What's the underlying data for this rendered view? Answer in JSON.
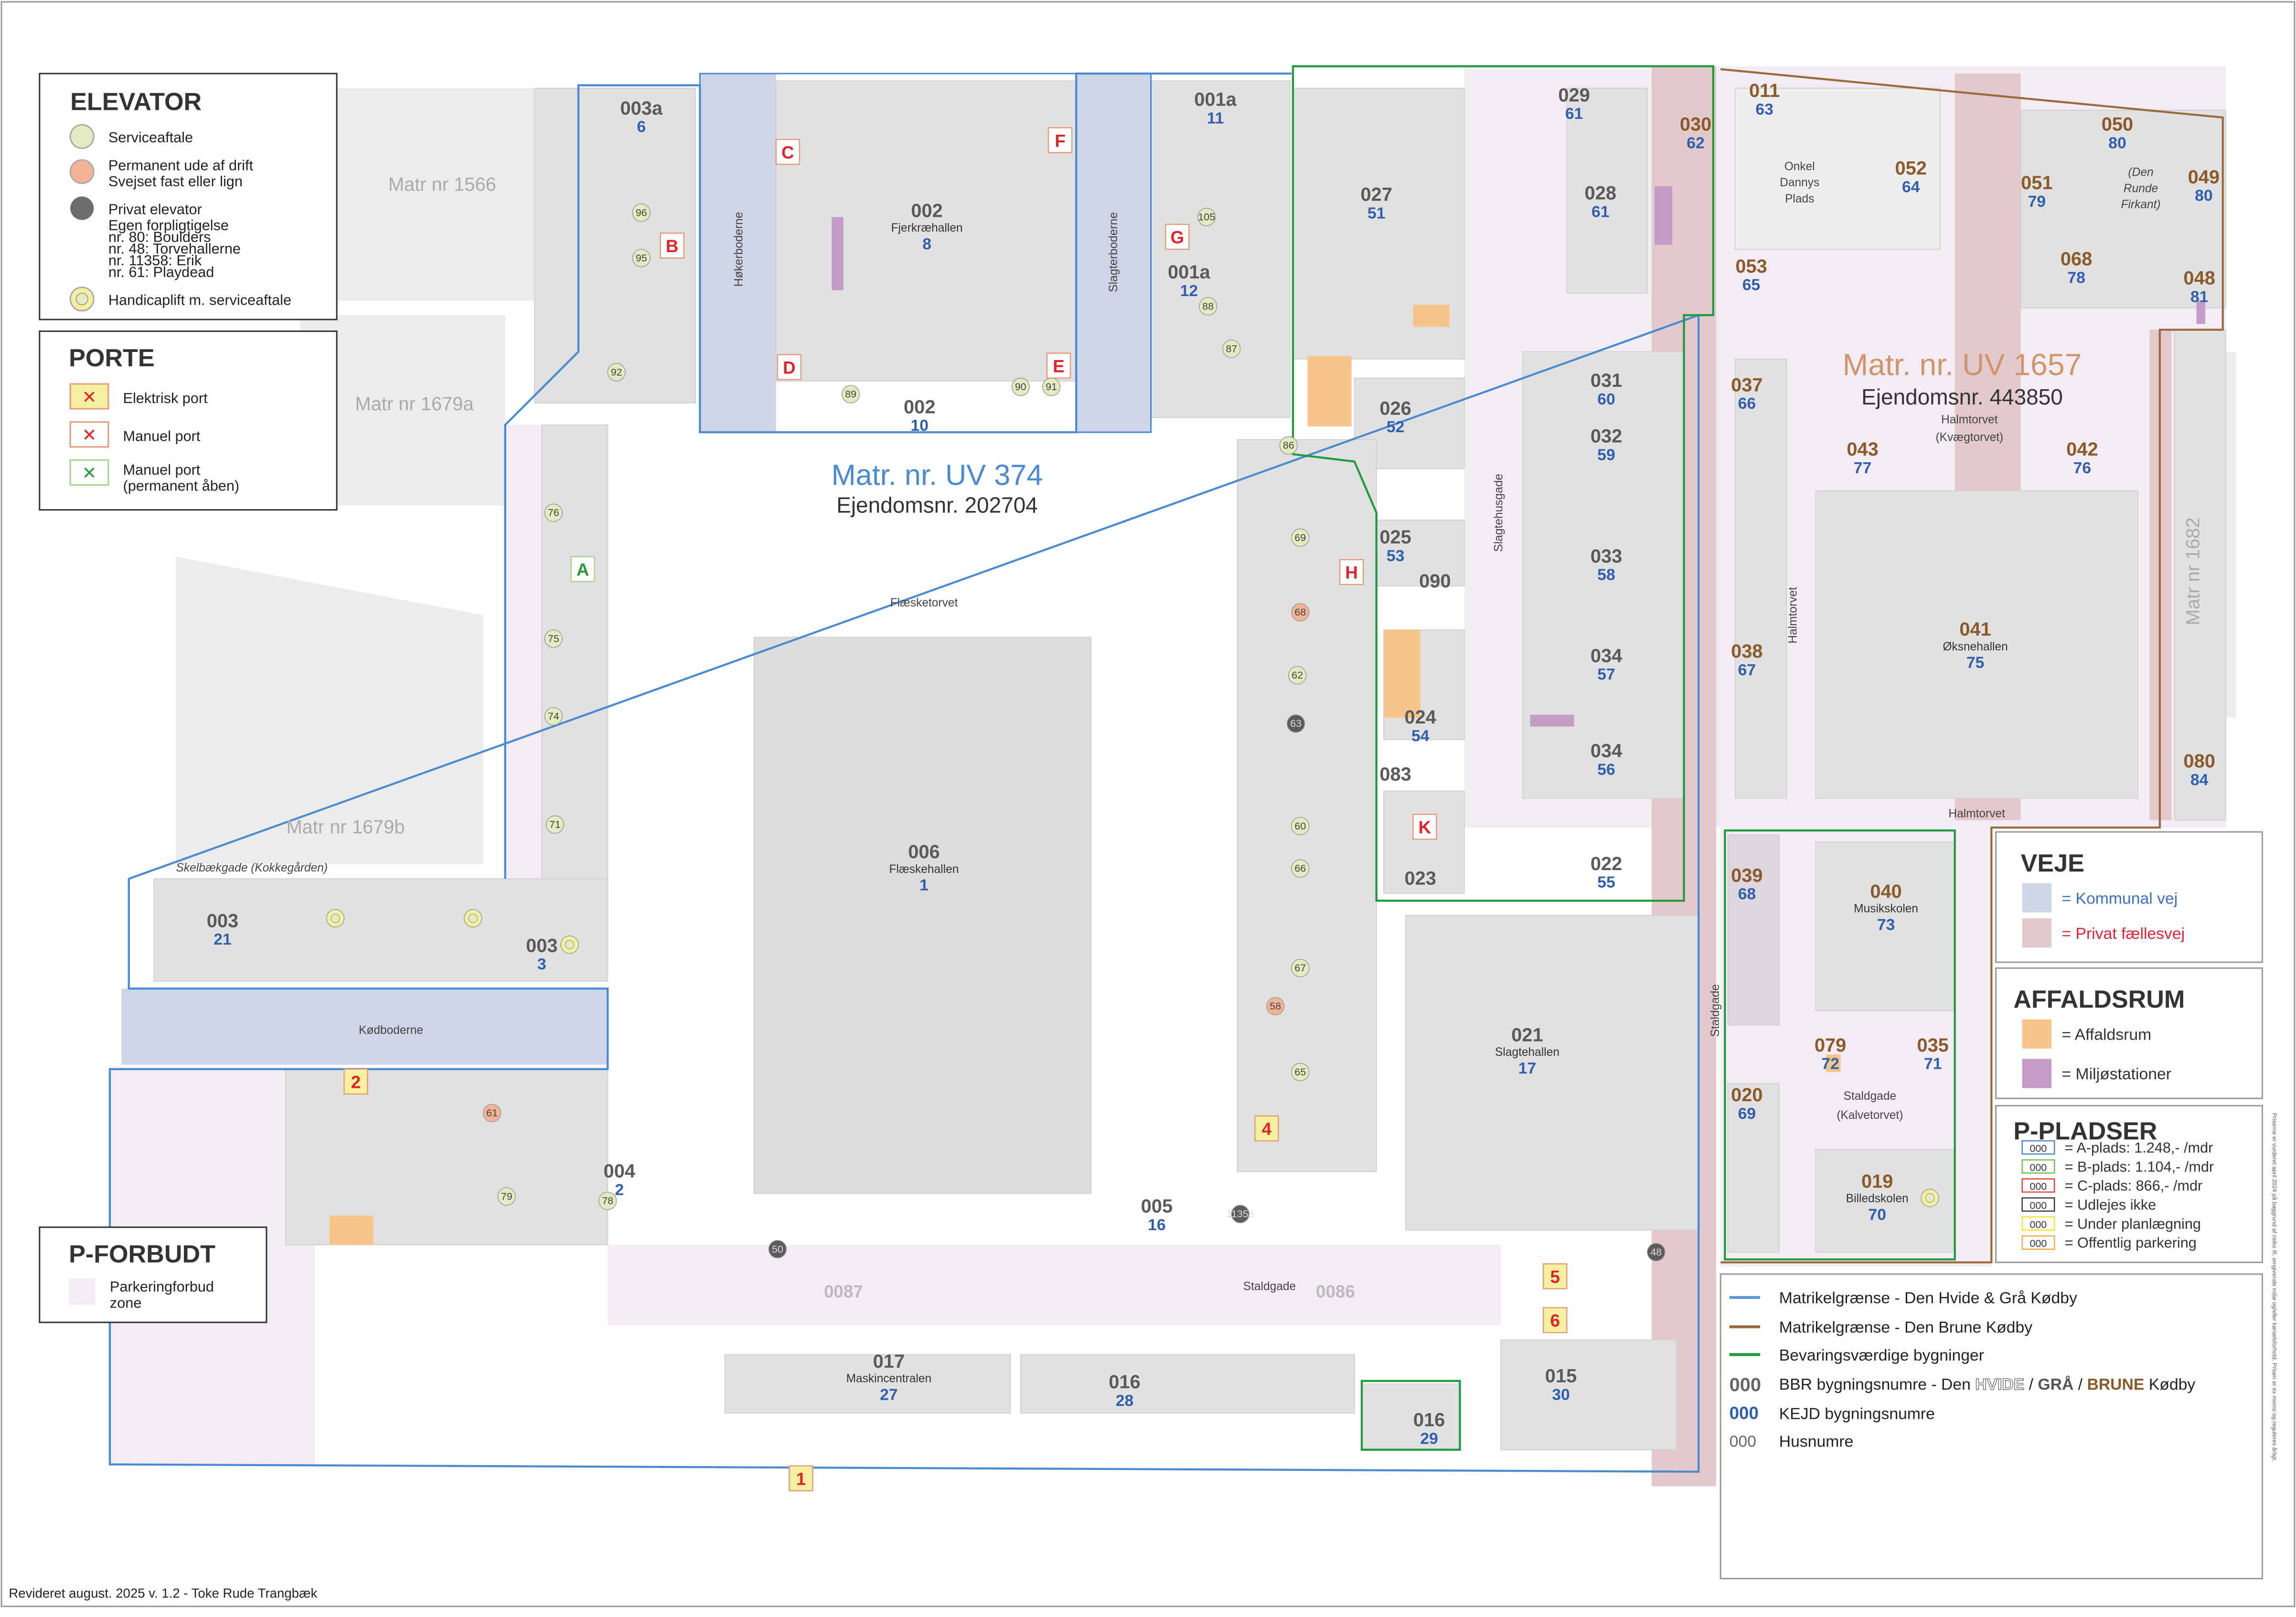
{
  "titles": {
    "uv374_matr": "Matr. nr. UV 374",
    "uv374_ejendom": "Ejendomsnr. 202704",
    "uv1657_matr": "Matr. nr. UV 1657",
    "uv1657_ejendom": "Ejendomsnr. 443850",
    "halmtorvet": "Halmtorvet",
    "kvaegtorvet": "(Kvægtorvet)"
  },
  "neighbors": [
    "Matr nr 1566",
    "Matr nr 1679a",
    "Matr nr 1679b",
    "Matr nr 1682"
  ],
  "streets": {
    "flaesketorvet": "Flæsketorvet",
    "koedboderne": "Kødboderne",
    "staldgade": "Staldgade",
    "staldgade_v": "Staldgade",
    "hoekerboderne": "Høkerboderne",
    "slagterboderne": "Slagterboderne",
    "halmtorvet_v": "Halmtorvet",
    "halmtorvet_s": "Halmtorvet",
    "slagtehusgade": "Slagtehusgade",
    "skelbaekgade": "Skelbækgade (Kokkegården)",
    "onkel": "Onkel",
    "dannys": "Dannys",
    "plads": "Plads",
    "den": "(Den",
    "runde": "Runde",
    "firkant": "Firkant)",
    "kalvetorvet1": "Staldgade",
    "kalvetorvet2": "(Kalvetorvet)",
    "road_0087": "0087",
    "road_0086": "0086"
  },
  "buildings": [
    {
      "bbr": "003a",
      "kejd": "6"
    },
    {
      "bbr": "002",
      "kejd": "8",
      "name": "Fjerkræhallen"
    },
    {
      "bbr": "002",
      "kejd": "10"
    },
    {
      "bbr": "001a",
      "kejd": "11"
    },
    {
      "bbr": "001a",
      "kejd": "12"
    },
    {
      "bbr": "006",
      "kejd": "1",
      "name": "Flæskehallen"
    },
    {
      "bbr": "027",
      "kejd": "51"
    },
    {
      "bbr": "028",
      "kejd": "61"
    },
    {
      "bbr": "029",
      "kejd": "61"
    },
    {
      "bbr": "026",
      "kejd": "52"
    },
    {
      "bbr": "025",
      "kejd": "53"
    },
    {
      "bbr": "024",
      "kejd": "54"
    },
    {
      "bbr": "023",
      "kejd": ""
    },
    {
      "bbr": "031",
      "kejd": "60"
    },
    {
      "bbr": "032",
      "kejd": "59"
    },
    {
      "bbr": "033",
      "kejd": "58"
    },
    {
      "bbr": "034",
      "kejd": "57"
    },
    {
      "bbr": "034",
      "kejd": "56"
    },
    {
      "bbr": "022",
      "kejd": "55"
    },
    {
      "bbr": "021",
      "kejd": "17",
      "name": "Slagtehallen"
    },
    {
      "bbr": "005",
      "kejd": "16"
    },
    {
      "bbr": "004",
      "kejd": "2"
    },
    {
      "bbr": "003",
      "kejd": "21"
    },
    {
      "bbr": "003",
      "kejd": "3"
    },
    {
      "bbr": "017",
      "kejd": "27",
      "name": "Maskincentralen"
    },
    {
      "bbr": "016",
      "kejd": "28"
    },
    {
      "bbr": "016",
      "kejd": "29"
    },
    {
      "bbr": "015",
      "kejd": "30"
    },
    {
      "bbr": "030",
      "kejd": "62"
    },
    {
      "bbr": "011",
      "kejd": "63"
    },
    {
      "bbr": "052",
      "kejd": "64"
    },
    {
      "bbr": "053",
      "kejd": "65"
    },
    {
      "bbr": "050",
      "kejd": "80"
    },
    {
      "bbr": "051",
      "kejd": "79"
    },
    {
      "bbr": "049",
      "kejd": "80"
    },
    {
      "bbr": "068",
      "kejd": "78"
    },
    {
      "bbr": "048",
      "kejd": "81"
    },
    {
      "bbr": "037",
      "kejd": "66"
    },
    {
      "bbr": "043",
      "kejd": "77"
    },
    {
      "bbr": "042",
      "kejd": "76"
    },
    {
      "bbr": "041",
      "kejd": "75",
      "name": "Øksnehallen"
    },
    {
      "bbr": "038",
      "kejd": "67"
    },
    {
      "bbr": "080",
      "kejd": "84"
    },
    {
      "bbr": "039",
      "kejd": "68"
    },
    {
      "bbr": "040",
      "kejd": "73",
      "name": "Musikskolen"
    },
    {
      "bbr": "079",
      "kejd": "72"
    },
    {
      "bbr": "035",
      "kejd": "71"
    },
    {
      "bbr": "020",
      "kejd": "69"
    },
    {
      "bbr": "019",
      "kejd": "70",
      "name": "Billedskolen"
    },
    {
      "bbr": "090",
      "kejd": ""
    },
    {
      "bbr": "083",
      "kejd": ""
    }
  ],
  "elevators": [
    {
      "n": "96",
      "status": "service"
    },
    {
      "n": "95",
      "status": "service"
    },
    {
      "n": "92",
      "status": "service"
    },
    {
      "n": "76",
      "status": "service"
    },
    {
      "n": "75",
      "status": "service"
    },
    {
      "n": "74",
      "status": "service"
    },
    {
      "n": "71",
      "status": "service"
    },
    {
      "n": "105",
      "status": "service"
    },
    {
      "n": "88",
      "status": "service"
    },
    {
      "n": "87",
      "status": "service"
    },
    {
      "n": "89",
      "status": "service"
    },
    {
      "n": "90",
      "status": "service"
    },
    {
      "n": "91",
      "status": "service"
    },
    {
      "n": "86",
      "status": "service"
    },
    {
      "n": "69",
      "status": "service"
    },
    {
      "n": "62",
      "status": "service"
    },
    {
      "n": "60",
      "status": "service"
    },
    {
      "n": "66",
      "status": "service"
    },
    {
      "n": "67",
      "status": "service"
    },
    {
      "n": "65",
      "status": "service"
    },
    {
      "n": "78",
      "status": "service"
    },
    {
      "n": "79",
      "status": "service"
    },
    {
      "n": "68",
      "status": "out"
    },
    {
      "n": "58",
      "status": "out"
    },
    {
      "n": "61",
      "status": "out"
    },
    {
      "n": "50",
      "status": "private"
    },
    {
      "n": "63",
      "status": "private"
    },
    {
      "n": "48",
      "status": "private"
    },
    {
      "n": "11358",
      "status": "private"
    }
  ],
  "gates": [
    "A",
    "B",
    "C",
    "D",
    "E",
    "F",
    "G",
    "H",
    "K",
    "1",
    "2",
    "4",
    "5",
    "6"
  ],
  "legend_elevator": {
    "title": "ELEVATOR",
    "service": "Serviceaftale",
    "out1": "Permanent ude af drift",
    "out2": "Svejset fast eller lign",
    "priv1": "Privat elevator",
    "priv2": "Egen forpligtigelse",
    "priv3": "nr. 80: Boulders",
    "priv4": "nr. 48: Torvehallerne",
    "priv5": "nr. 11358: Erik",
    "priv6": "nr. 61: Playdead",
    "handicap": "Handicaplift m. serviceaftale"
  },
  "legend_porte": {
    "title": "PORTE",
    "electric": "Elektrisk port",
    "manual": "Manuel port",
    "open1": "Manuel port",
    "open2": "(permanent åben)"
  },
  "legend_pforbudt": {
    "title": "P-FORBUDT",
    "zone1": "Parkeringforbud",
    "zone2": "zone"
  },
  "legend_veje": {
    "title": "VEJE",
    "kommunal": "= Kommunal vej",
    "privat": "= Privat fællesvej"
  },
  "legend_affald": {
    "title": "AFFALDSRUM",
    "affald": "= Affaldsrum",
    "miljo": "= Miljøstationer"
  },
  "legend_p": {
    "title": "P-PLADSER",
    "sample": "000",
    "items": [
      {
        "label": "= A-plads: 1.248,- /mdr",
        "color": "#4a7fc9"
      },
      {
        "label": "= B-plads: 1.104,- /mdr",
        "color": "#6cc24a"
      },
      {
        "label": "= C-plads: 866,- /mdr",
        "color": "#e0413b"
      },
      {
        "label": "= Udlejes ikke",
        "color": "#333333"
      },
      {
        "label": "= Under planlægning",
        "color": "#f3e32a"
      },
      {
        "label": "= Offentlig parkering",
        "color": "#f5a742"
      }
    ],
    "note": "Priserne er vurderet april 2024 på baggrund af risiko ift. omgivende miljø og/eller kørselsforhold. Prisen er ex moms og reguleres årligt."
  },
  "legend_main": {
    "blue_line": "Matrikelgrænse - Den Hvide & Grå Kødby",
    "brown_line": "Matrikelgrænse - Den Brune Kødby",
    "green_line": "Bevaringsværdige bygninger",
    "bbr_sample": "000",
    "bbr_pre": "BBR bygningsnumre - Den ",
    "hvide": "HVIDE",
    "slash1": " / ",
    "graa": "GRÅ",
    "slash2": " / ",
    "brune": "BRUNE",
    "bbr_post": " Kødby",
    "kejd_sample": "000",
    "kejd": "KEJD bygningsnumre",
    "hus_sample": "000",
    "hus": "Husnumre"
  },
  "colors": {
    "kommunal": "#cfd5e6",
    "privat": "#e3c9cc",
    "pforbud": "#f3ecf4",
    "blue_line": "#4a8ad0",
    "brown_line": "#9a6a3c",
    "green_line": "#1f9a3e",
    "affald": "#f7c58a",
    "miljo": "#c49ac9"
  },
  "footer": "Revideret august. 2025 v. 1.2 - Toke Rude Trangbæk"
}
